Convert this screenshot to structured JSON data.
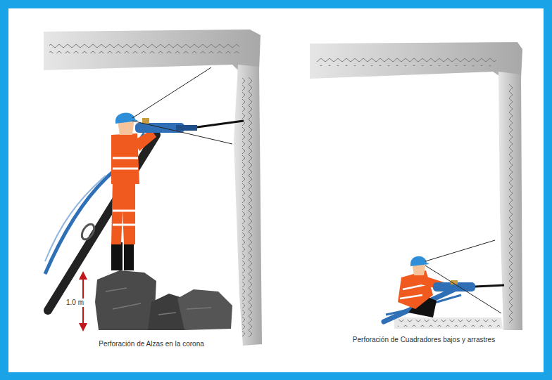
{
  "diagram": {
    "labels": [
      "1.0 m",
      "Perforación de Alzas en la corona",
      "Perforación de Cuadradores bajos y arrastres"
    ]
  }
}
